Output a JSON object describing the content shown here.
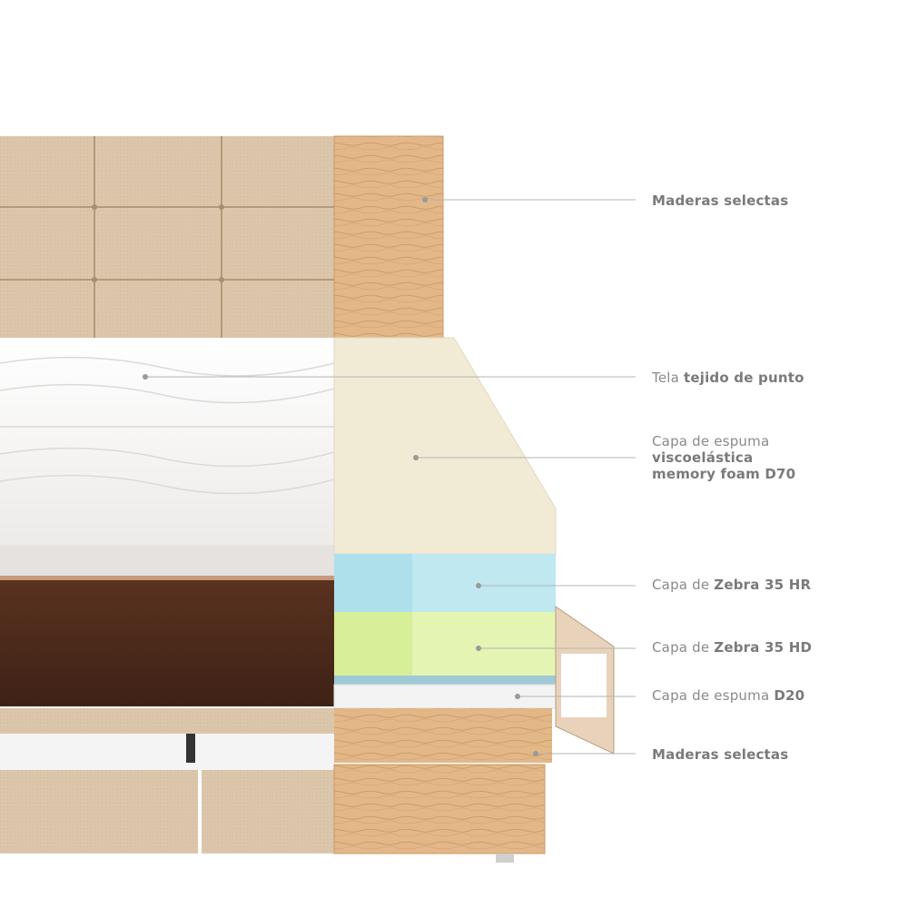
{
  "callouts": [
    {
      "id": "frame-wood",
      "normal": "",
      "bold": "Maderas selectas"
    },
    {
      "id": "knit-fabric",
      "normal": "Tela ",
      "bold": "tejido de punto"
    },
    {
      "id": "memory-foam",
      "normal": "Capa de espuma",
      "bold_lines": [
        "viscoelástica",
        "memory foam D70"
      ]
    },
    {
      "id": "zebra-hr",
      "normal": "Capa de ",
      "bold": "Zebra 35 HR"
    },
    {
      "id": "zebra-hd",
      "normal": "Capa de ",
      "bold": "Zebra 35 HD"
    },
    {
      "id": "foam-d20",
      "normal": "Capa de espuma ",
      "bold": "D20"
    },
    {
      "id": "base-wood",
      "normal": "",
      "bold": "Maderas selectas"
    }
  ],
  "colors": {
    "fabric": "#d9c3a8",
    "wood": "#e0b483",
    "memory_foam": "#f0e9d4",
    "zebra_hr": "#b6e4ef",
    "zebra_hd": "#def2a9",
    "foam_d20": "#f2f2f2",
    "mattress_side": "#4a2a1b"
  }
}
